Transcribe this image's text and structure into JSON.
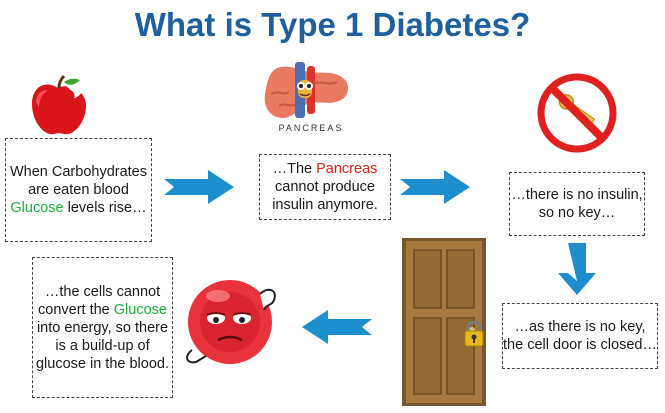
{
  "title": "What is Type 1 Diabetes?",
  "pancreas_label": "PANCREAS",
  "steps": {
    "s1": {
      "pre": "When Carbohydrates are eaten blood ",
      "highlight": "Glucose",
      "post": " levels rise…"
    },
    "s2": {
      "pre": "…The ",
      "highlight": "Pancreas",
      "post": " cannot produce insulin anymore."
    },
    "s3": {
      "text": "…there is no insulin, so no key…"
    },
    "s4": {
      "text": "…as there is no key, the cell door is closed…"
    },
    "s5": {
      "pre": "…the cells cannot convert the ",
      "highlight": "Glucose",
      "post": " into energy, so there is a build-up of glucose in the blood."
    }
  },
  "icons": {
    "apple": "apple-icon",
    "pancreas": "pancreas-icon",
    "no_key": "no-key-icon",
    "door": "door-icon",
    "padlock": "padlock-icon",
    "blood_cell": "sick-blood-cell-icon"
  },
  "colors": {
    "title": "#1f5f9e",
    "arrow": "#1e8fcd",
    "glucose": "#1fae3c",
    "pancreas": "#e0201b"
  }
}
